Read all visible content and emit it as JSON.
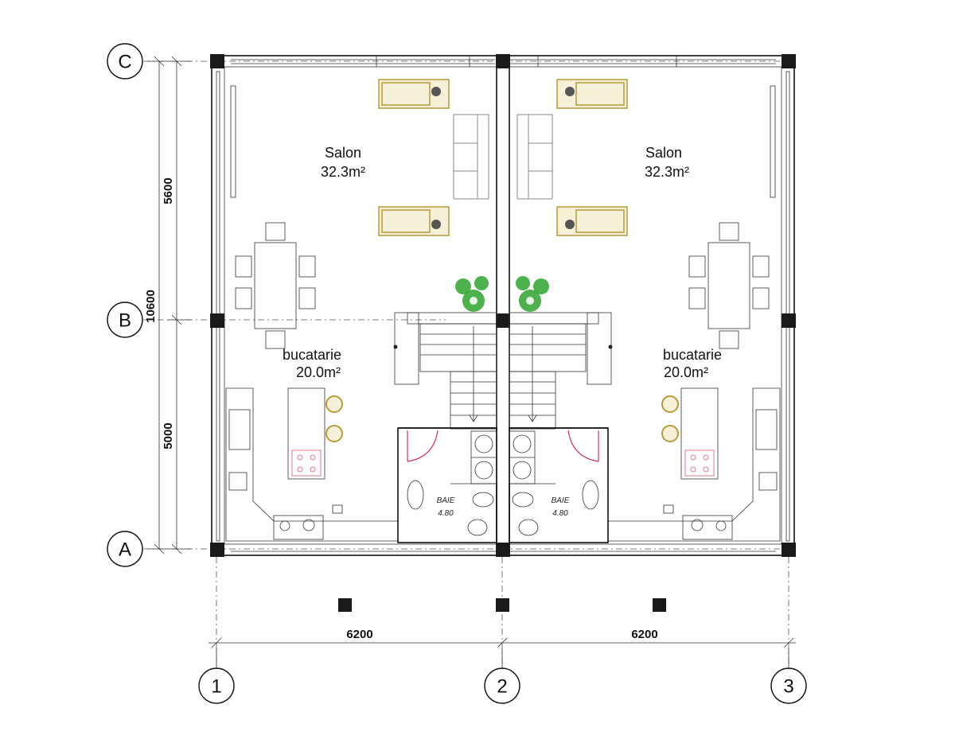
{
  "grid_axes": {
    "rows": [
      {
        "id": "row-c",
        "label": "C"
      },
      {
        "id": "row-b",
        "label": "B"
      },
      {
        "id": "row-a",
        "label": "A"
      }
    ],
    "columns": [
      {
        "id": "col-1",
        "label": "1"
      },
      {
        "id": "col-2",
        "label": "2"
      },
      {
        "id": "col-3",
        "label": "3"
      }
    ]
  },
  "dimensions": {
    "total_height": "10600",
    "upper_span": "5600",
    "lower_span": "5000",
    "left_width": "6200",
    "right_width": "6200"
  },
  "units": {
    "left": {
      "living": {
        "name": "Salon",
        "area": "32.3m²"
      },
      "kitchen": {
        "name": "bucatarie",
        "area": "20.0m²"
      },
      "bath": {
        "name": "BAIE",
        "area": "4.80"
      }
    },
    "right": {
      "living": {
        "name": "Salon",
        "area": "32.3m²"
      },
      "kitchen": {
        "name": "bucatarie",
        "area": "20.0m²"
      },
      "bath": {
        "name": "BAIE",
        "area": "4.80"
      }
    }
  },
  "colors": {
    "wall": "#111111",
    "furniture_accent": "#b89b3a",
    "plant": "#2ea52e",
    "stove": "#e07a8a",
    "door_swing": "#d0306a"
  }
}
